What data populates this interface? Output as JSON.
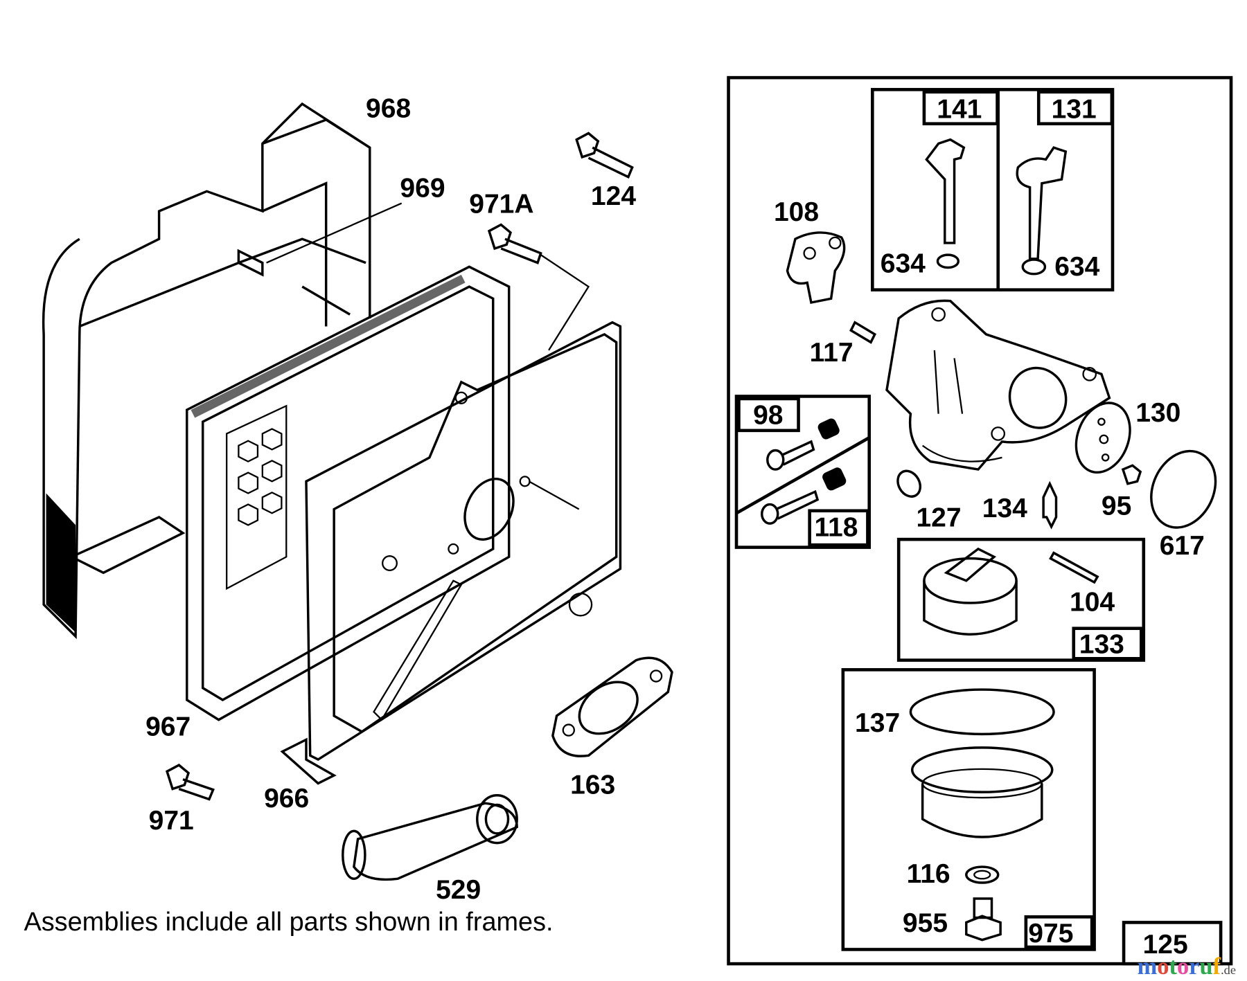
{
  "caption": "Assemblies include all parts shown in frames.",
  "watermark": {
    "text": "motoruf",
    "suffix": ".de",
    "colors": [
      "#3b6fd6",
      "#e0483a",
      "#2fa84f",
      "#e64fa0",
      "#f2a900",
      "#3b6fd6",
      "#e0483a"
    ]
  },
  "left_parts": {
    "p968": "968",
    "p969": "969",
    "p971A": "971A",
    "p124": "124",
    "p967": "967",
    "p966": "966",
    "p163": "163",
    "p971": "971",
    "p529": "529"
  },
  "carburetor_frame": {
    "frame_label": "125",
    "p108": "108",
    "p117": "117",
    "p130": "130",
    "p127": "127",
    "p134": "134",
    "p95": "95",
    "p617": "617",
    "assy_141": {
      "label": "141",
      "washer": "634"
    },
    "assy_131": {
      "label": "131",
      "washer": "634"
    },
    "assy_98": {
      "label": "98"
    },
    "assy_118": {
      "label": "118"
    },
    "assy_133": {
      "label": "133",
      "pin": "104"
    },
    "assy_975": {
      "label": "975",
      "bowl": "137",
      "washer": "116",
      "nut": "955"
    }
  }
}
